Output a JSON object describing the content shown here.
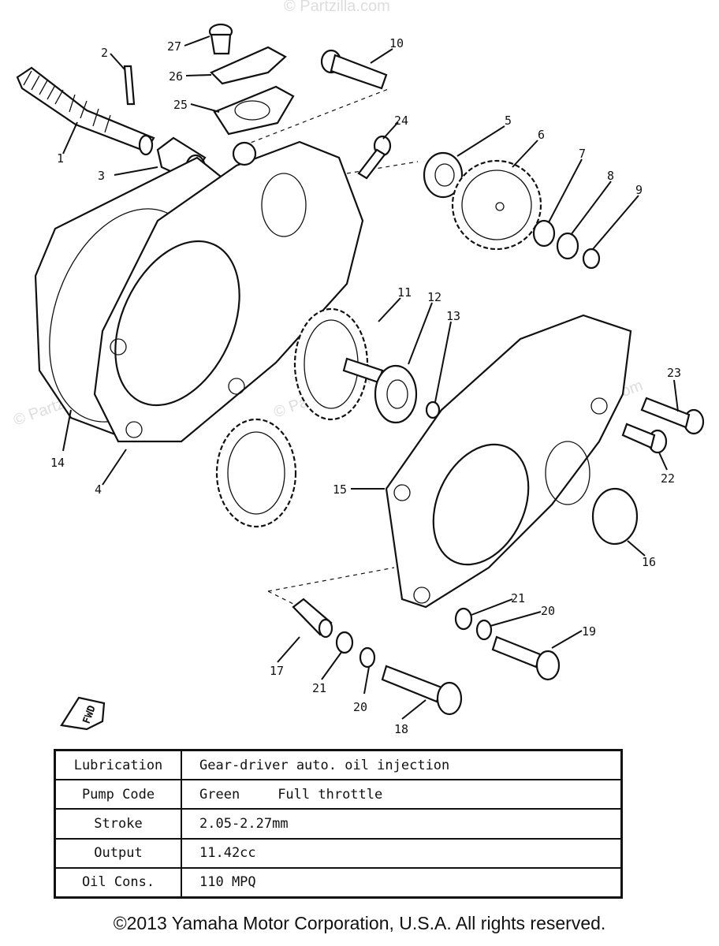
{
  "watermark": "© Partzilla.com",
  "callouts": [
    "1",
    "2",
    "3",
    "4",
    "5",
    "6",
    "7",
    "8",
    "9",
    "10",
    "11",
    "12",
    "13",
    "14",
    "15",
    "16",
    "17",
    "18",
    "19",
    "20",
    "21",
    "22",
    "23",
    "24",
    "25",
    "26",
    "27"
  ],
  "fwd_label": "FWD",
  "spec_table": {
    "rows": [
      {
        "label": "Lubrication",
        "value": "Gear-driver auto. oil injection",
        "value2": ""
      },
      {
        "label": "Pump Code",
        "value": "Green",
        "value2": "Full throttle"
      },
      {
        "label": "Stroke",
        "value": "2.05-2.27mm",
        "value2": ""
      },
      {
        "label": "Output",
        "value": "11.42cc",
        "value2": ""
      },
      {
        "label": "Oil Cons.",
        "value": "110 MPQ",
        "value2": ""
      }
    ]
  },
  "footer": "©2013 Yamaha Motor Corporation, U.S.A. All rights reserved."
}
